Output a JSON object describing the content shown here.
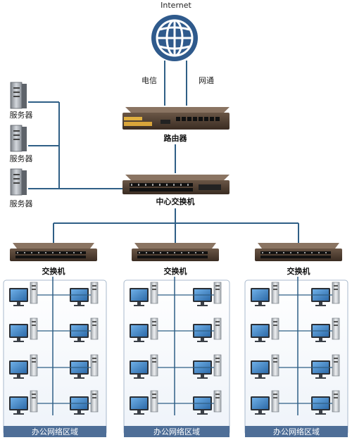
{
  "internet_label": "Internet",
  "isp_left": "电信",
  "isp_right": "网通",
  "router_label": "路由器",
  "core_switch_label": "中心交换机",
  "servers": [
    {
      "label": "服务器"
    },
    {
      "label": "服务器"
    },
    {
      "label": "服务器"
    }
  ],
  "zones": [
    {
      "switch_label": "交换机",
      "zone_label": "办公网络区域"
    },
    {
      "switch_label": "交换机",
      "zone_label": "办公网络区域"
    },
    {
      "switch_label": "交换机",
      "zone_label": "办公网络区域"
    }
  ],
  "colors": {
    "link": "#2f5f86",
    "globe": "#2f5a8c",
    "device_body": "#4a3a2e",
    "zone_bar": "#4e6e97",
    "zone_border": "#a9b9cc",
    "monitor": "#3d7fc0"
  }
}
